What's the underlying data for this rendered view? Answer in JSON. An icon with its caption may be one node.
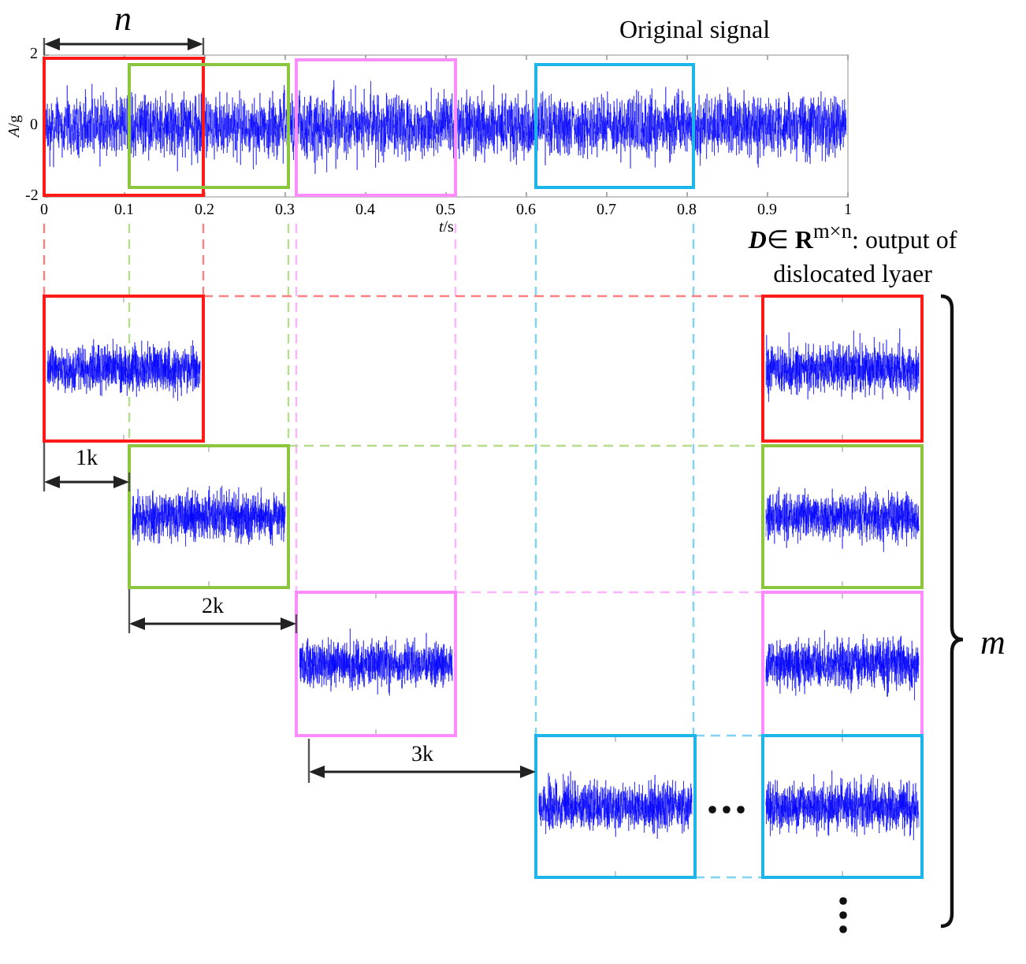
{
  "diagram": {
    "labels": [
      "n",
      "Original signal",
      "2",
      "*A*/g",
      "0",
      "-2",
      "0",
      "0.1",
      "0.2",
      "0.3",
      "0.4",
      "0.5",
      "0.6",
      "0.7",
      "0.8",
      "0.9",
      "1",
      "*t*/s",
      "**D**∈ **R**$^{m×n}$: output of dislocated lyaer",
      "1k",
      "2k",
      "m",
      "3k"
    ]
  }
}
